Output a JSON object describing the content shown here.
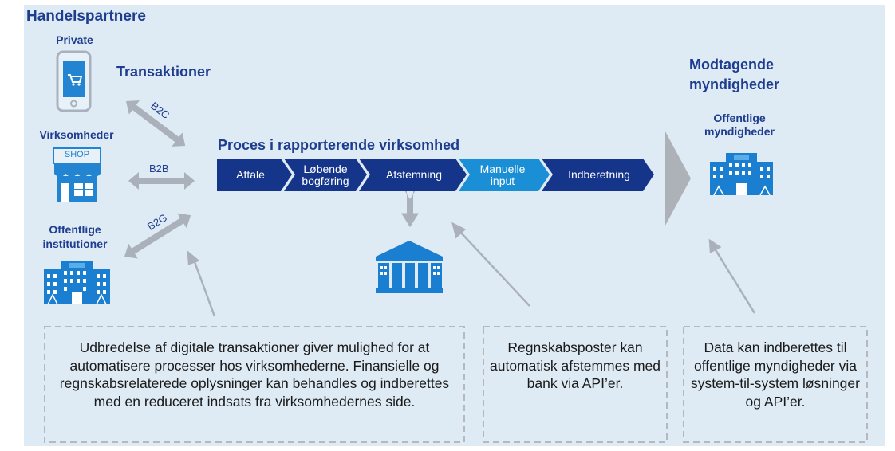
{
  "title": "Handelspartnere",
  "partners": {
    "private": "Private",
    "business": "Virksomheder",
    "public": "Offentlige institutioner"
  },
  "transactions": {
    "heading": "Transaktioner",
    "b2c": "B2C",
    "b2b": "B2B",
    "b2g": "B2G"
  },
  "shop_sign": "SHOP",
  "process": {
    "heading": "Proces i rapporterende virksomhed",
    "steps": [
      {
        "label": "Aftale"
      },
      {
        "label": "Løbende bogføring"
      },
      {
        "label": "Afstemning"
      },
      {
        "label": "Manuelle input"
      },
      {
        "label": "Indberetning"
      }
    ]
  },
  "authorities": {
    "heading": "Modtagende myndigheder",
    "label": "Offentlige myndigheder"
  },
  "notes": {
    "digital": "Udbredelse af digitale transaktioner giver mulighed for at automatisere processer hos virksomhederne. Finansielle og regnskabsrelaterede oplysninger kan behandles og indberettes med en reduceret indsats fra virksomhedernes side.",
    "bank": "Regnskabsposter kan automatisk afstemmes med bank via API’er.",
    "api": "Data kan indberettes til offentlige myndigheder via system-til-system løsninger og API’er."
  },
  "colors": {
    "navy": "#14358a",
    "light_blue": "#1a8fd6",
    "icon_blue": "#1a7fd0",
    "grey_arrow": "#aab1bb",
    "background": "#dfebf4"
  }
}
